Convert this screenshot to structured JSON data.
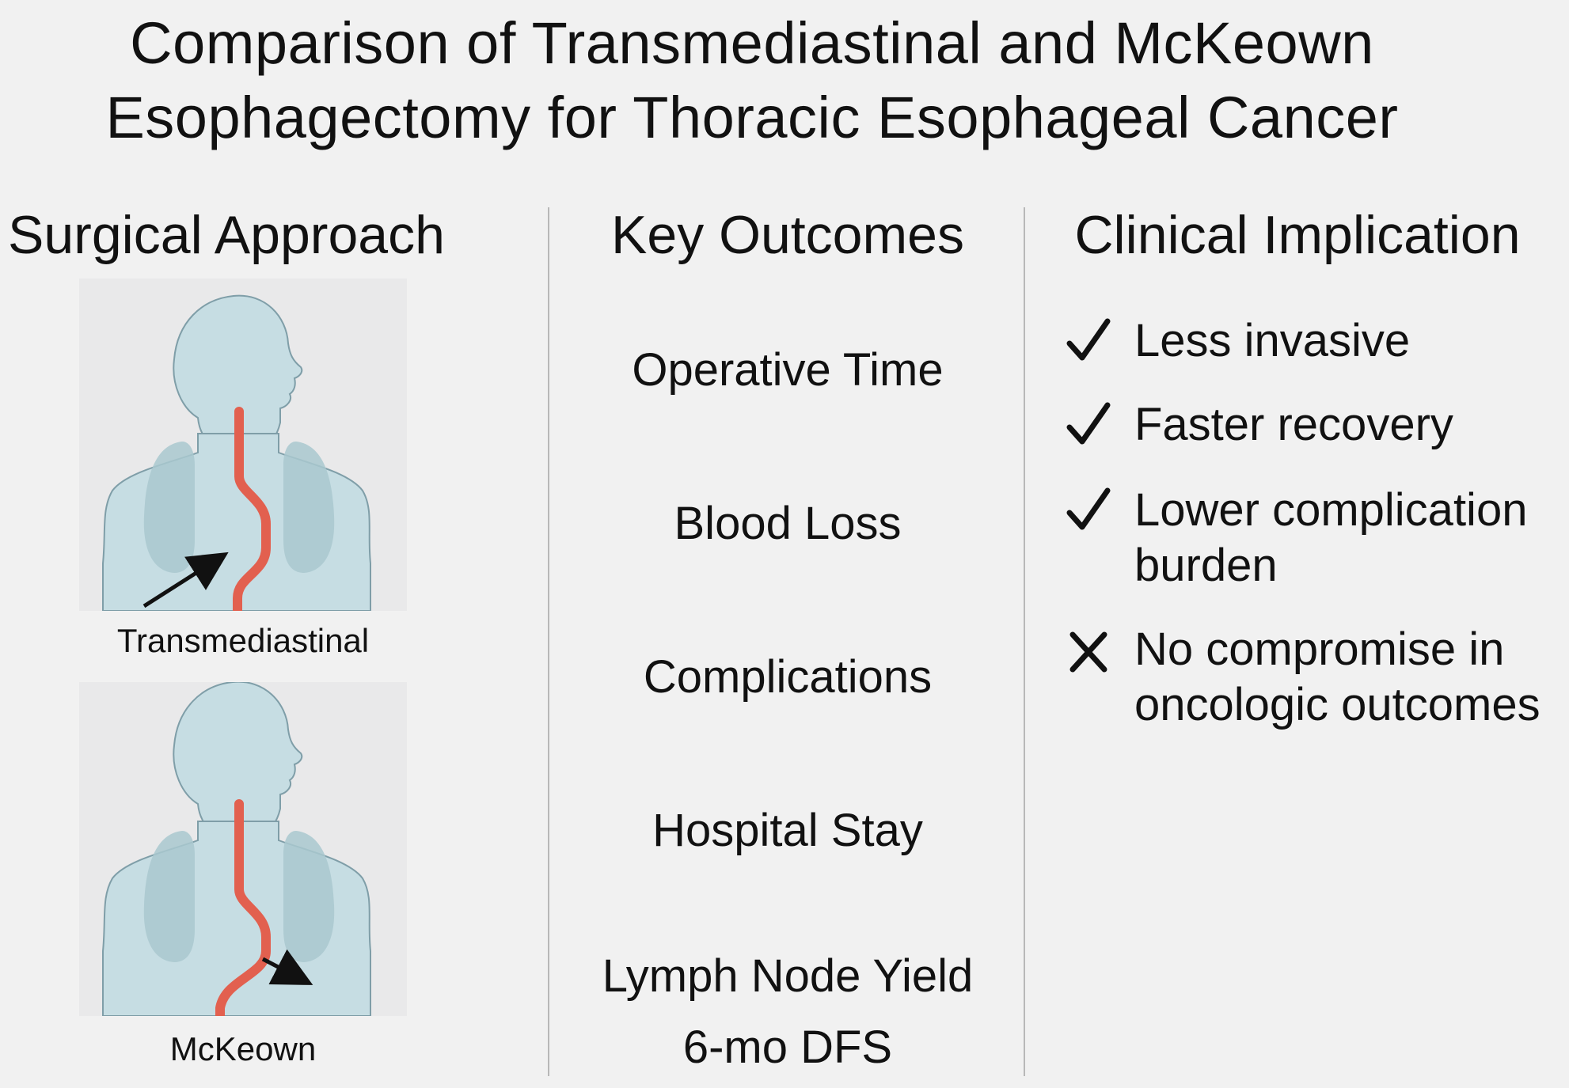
{
  "title": {
    "line1": "Comparison of Transmediastinal and McKeown",
    "line2": "Esophagectomy for Thoracic Esophageal Cancer"
  },
  "columns": {
    "approach": {
      "heading": "Surgical Approach",
      "figures": [
        {
          "caption": "Transmediastinal",
          "icon": "upper-body-esophagus-icon",
          "arrow_direction": "up-right"
        },
        {
          "caption": "McKeown",
          "icon": "upper-body-esophagus-icon",
          "arrow_direction": "down-right"
        }
      ]
    },
    "outcomes": {
      "heading": "Key Outcomes",
      "items": [
        "Operative Time",
        "Blood Loss",
        "Complications",
        "Hospital Stay",
        "Lymph Node Yield",
        "6-mo DFS"
      ]
    },
    "implication": {
      "heading": "Clinical Implication",
      "items": [
        {
          "mark": "check",
          "line1": "Less invasive",
          "line2": ""
        },
        {
          "mark": "check",
          "line1": "Faster recovery",
          "line2": ""
        },
        {
          "mark": "check",
          "line1": "Lower complication",
          "line2": "burden"
        },
        {
          "mark": "cross",
          "line1": "No compromise in",
          "line2": "oncologic outcomes"
        }
      ]
    }
  },
  "colors": {
    "background": "#f1f1f1",
    "panel": "#e9e9ea",
    "body": "#c6dde3",
    "body_outline": "#7f9ea8",
    "lung": "#a9c8cf",
    "esophagus": "#e2604f",
    "divider": "#b8b8b8",
    "text": "#111111"
  }
}
